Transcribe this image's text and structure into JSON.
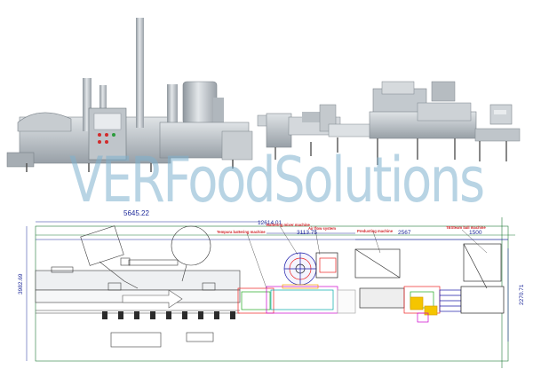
{
  "watermark_text": "VERFoodSolutions",
  "dimensions": {
    "fryer_length": "5645.22",
    "total_length": "12614.01",
    "coater_length": "3113.75",
    "predust_length": "2567",
    "tumbler_length": "1500",
    "left_height": "3982.69",
    "right_height": "2270.71"
  },
  "machine_labels": {
    "tempura_battering": "Tempura battering machine",
    "battering_mixer": "Battering mixer machine",
    "air_flow": "Air flow system",
    "predusting": "Predusting machine",
    "tumbler": "TBSteam ball machine"
  },
  "colors": {
    "dim_blue": "#1e2a9a",
    "frame_green": "#1f7a38",
    "label_red": "#d2262b",
    "steel": "#b5bcc2",
    "watermark": "#7fb2cf"
  }
}
